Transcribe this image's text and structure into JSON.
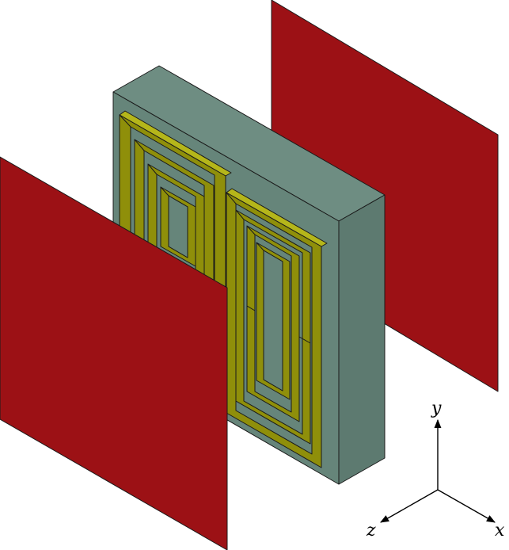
{
  "colors": {
    "plate": "#9c1115",
    "substrate_front": "#66857a",
    "substrate_side": "#5d7a70",
    "substrate_top": "#6e8d82",
    "coil_front": "#8f8f0a",
    "coil_edge": "#b5b61a",
    "coil_inner": "#6b6b05"
  },
  "axes": {
    "x_label": "x",
    "y_label": "y",
    "z_label": "z"
  }
}
